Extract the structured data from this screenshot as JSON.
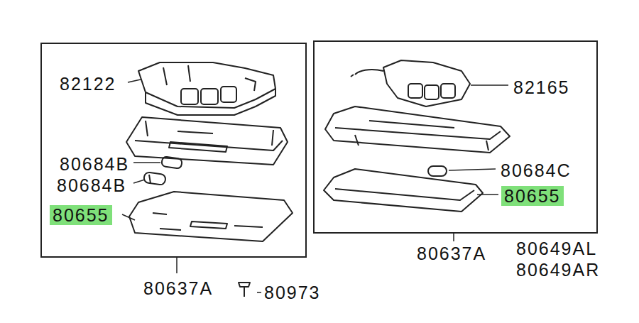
{
  "diagram": {
    "nodes": [
      {
        "text": [
          "82122",
          "80684B",
          "80684B",
          "80655",
          "80637A"
        ]
      },
      {
        "text": [
          "82165",
          "80684C",
          "80655",
          "80637A"
        ]
      }
    ],
    "labels": [
      "80973",
      "80649AL",
      "80649AR"
    ]
  }
}
